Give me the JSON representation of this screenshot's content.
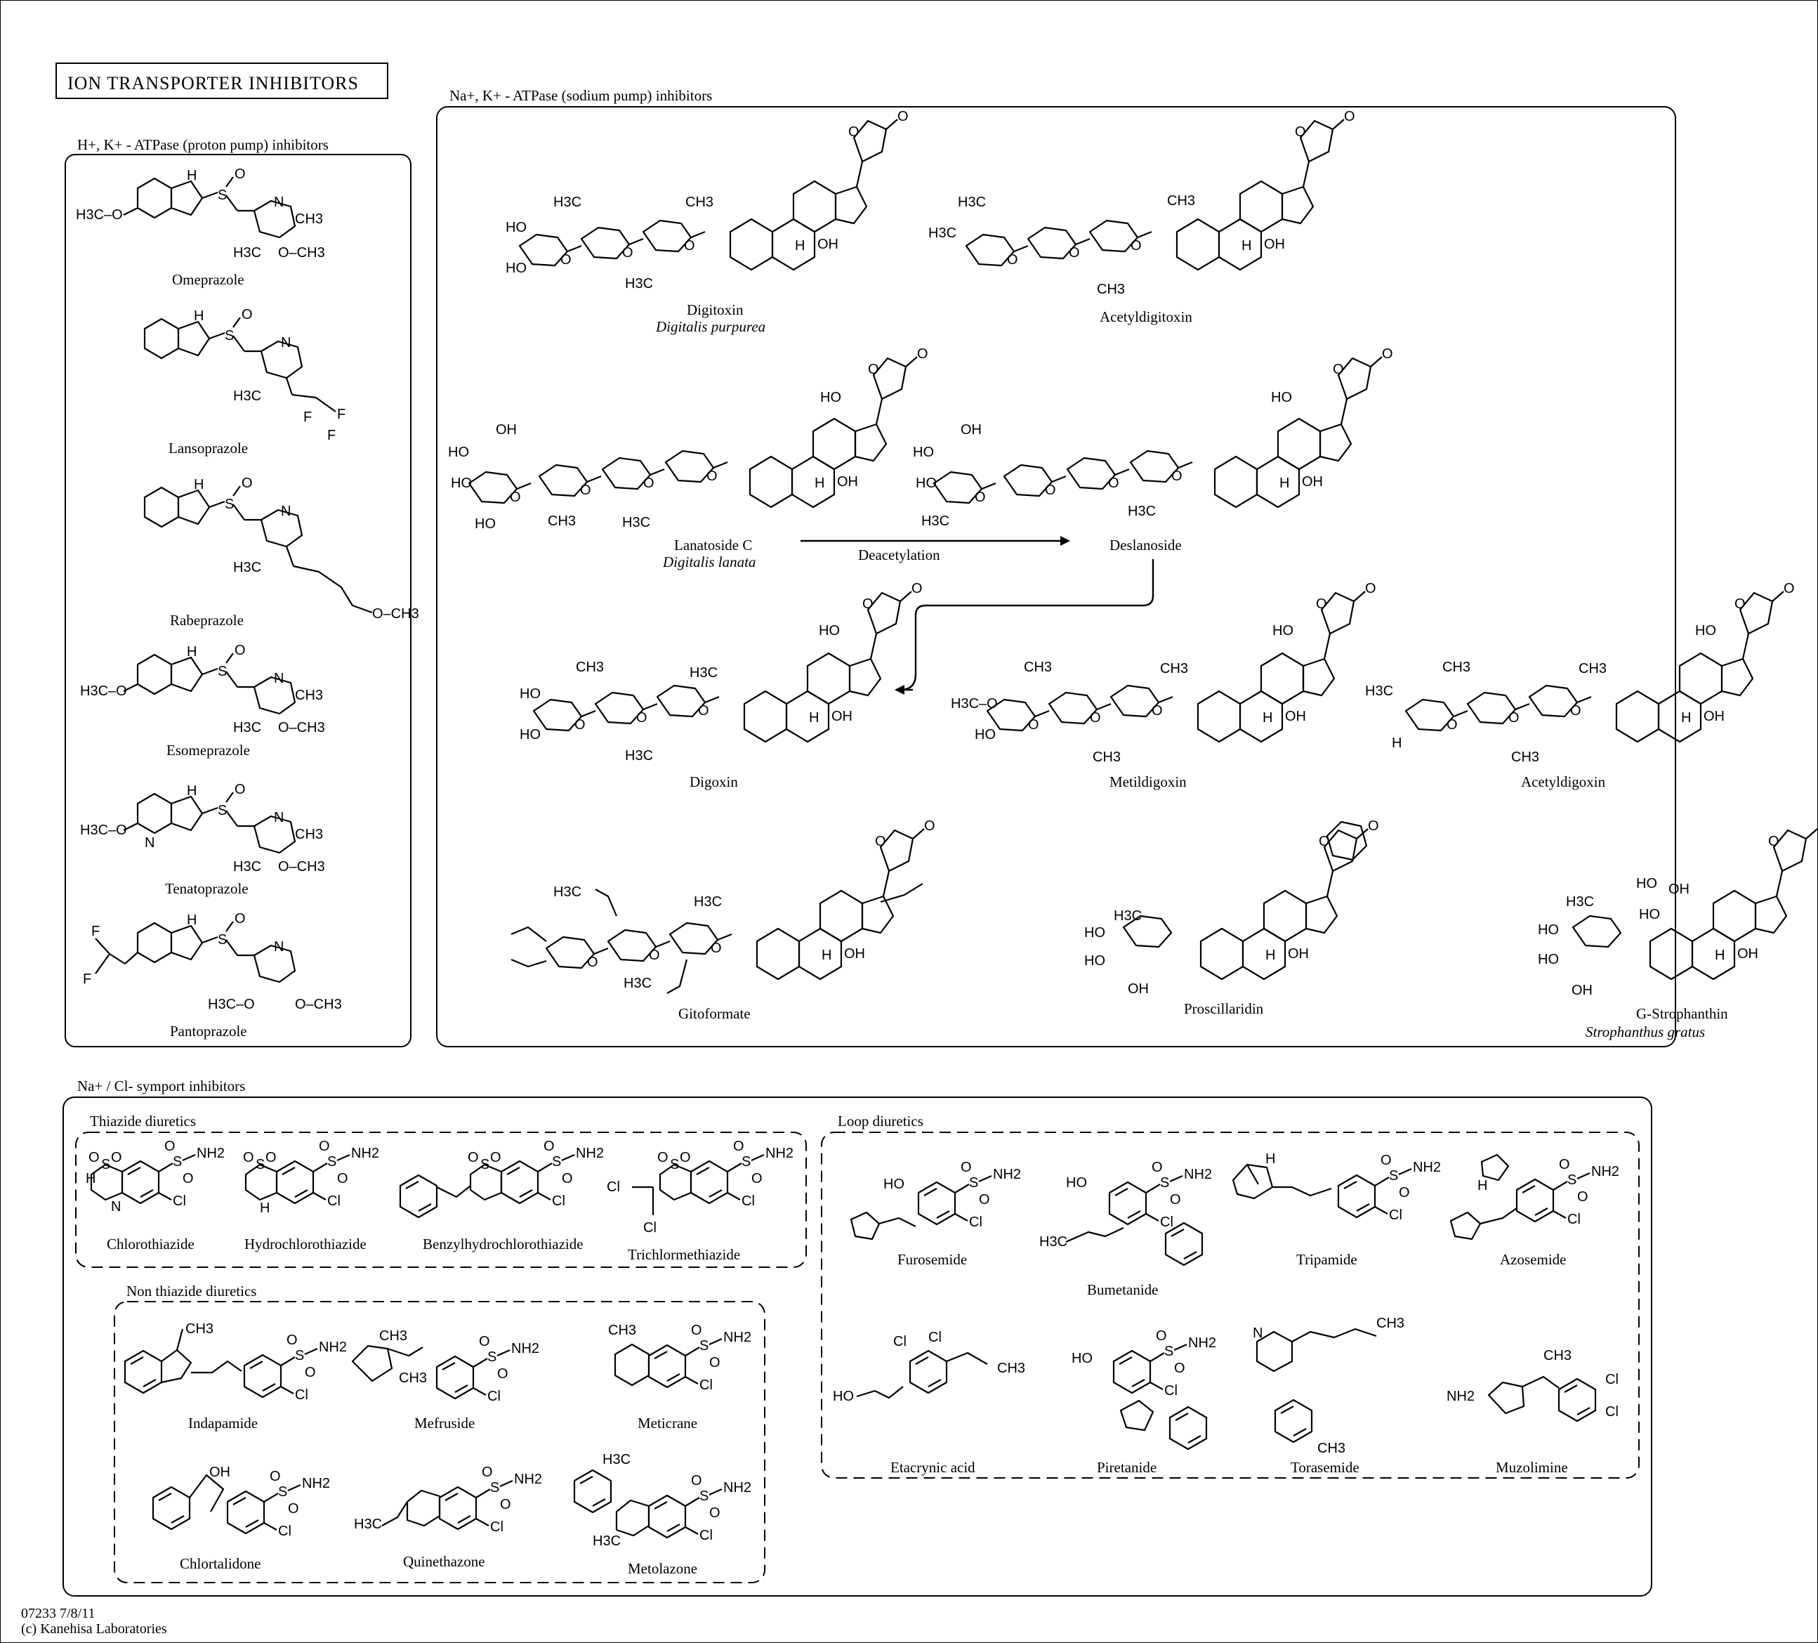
{
  "title": "ION TRANSPORTER INHIBITORS",
  "sections": {
    "proton_pump": "H+, K+ - ATPase (proton pump) inhibitors",
    "sodium_pump": "Na+, K+ - ATPase (sodium pump) inhibitors",
    "symport": "Na+ / Cl- symport inhibitors",
    "thiazide": "Thiazide diuretics",
    "loop": "Loop diuretics",
    "non_thiazide": "Non thiazide diuretics"
  },
  "compounds": {
    "omeprazole": "Omeprazole",
    "lansoprazole": "Lansoprazole",
    "rabeprazole": "Rabeprazole",
    "esomeprazole": "Esomeprazole",
    "tenatoprazole": "Tenatoprazole",
    "pantoprazole": "Pantoprazole",
    "digitoxin": "Digitoxin",
    "digitoxin_source": "Digitalis purpurea",
    "acetyldigitoxin": "Acetyldigitoxin",
    "lanatoside_c": "Lanatoside C",
    "lanatoside_source": "Digitalis lanata",
    "deslanoside": "Deslanoside",
    "digoxin": "Digoxin",
    "metildigoxin": "Metildigoxin",
    "acetyldigoxin": "Acetyldigoxin",
    "gitoformate": "Gitoformate",
    "proscillaridin": "Proscillaridin",
    "g_strophanthin": "G-Strophanthin",
    "strophanthin_source": "Strophanthus gratus",
    "chlorothiazide": "Chlorothiazide",
    "hydrochlorothiazide": "Hydrochlorothiazide",
    "benzylhydrochlorothiazide": "Benzylhydrochlorothiazide",
    "trichlormethiazide": "Trichlormethiazide",
    "furosemide": "Furosemide",
    "bumetanide": "Bumetanide",
    "tripamide": "Tripamide",
    "azosemide": "Azosemide",
    "etacrynic_acid": "Etacrynic acid",
    "piretanide": "Piretanide",
    "torasemide": "Torasemide",
    "muzolimine": "Muzolimine",
    "indapamide": "Indapamide",
    "mefruside": "Mefruside",
    "meticrane": "Meticrane",
    "chlortalidone": "Chlortalidone",
    "quinethazone": "Quinethazone",
    "metolazone": "Metolazone"
  },
  "reaction": {
    "deacetylation": "Deacetylation"
  },
  "atoms": {
    "h3c_o": "H3C–O",
    "ch3": "CH3",
    "o_ch3": "O–CH3",
    "h3c": "H3C",
    "cl": "Cl",
    "oh": "OH",
    "ho": "HO",
    "nh2": "NH2",
    "so2nh2": "SO2NH2",
    "f": "F",
    "n": "N",
    "h": "H"
  },
  "highlight_color": "#e00000",
  "footer": {
    "code": "07233 7/8/11",
    "copyright": "(c) Kanehisa Laboratories"
  }
}
